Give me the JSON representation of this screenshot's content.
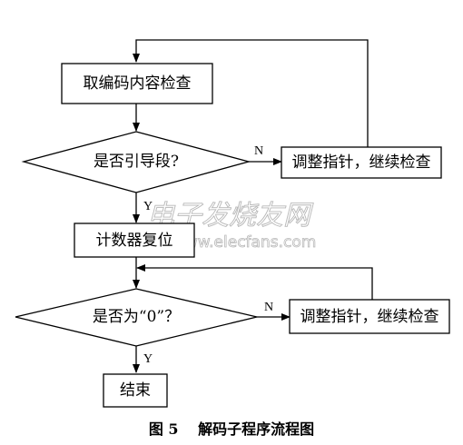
{
  "nodes": {
    "fetch": "取编码内容检查",
    "is_lead": "是否引导段?",
    "adjust1": "调整指针，继续检查",
    "reset_counter": "计数器复位",
    "is_zero": "是否为“0”？",
    "adjust2": "调整指针，继续检查",
    "end": "结束"
  },
  "edge_labels": {
    "lead_no": "N",
    "lead_yes": "Y",
    "zero_no": "N",
    "zero_yes": "Y"
  },
  "watermark": {
    "site_cn": "电子发烧友网",
    "url": "www.elecfans.com"
  },
  "caption": "图 5　 解码子程序流程图"
}
